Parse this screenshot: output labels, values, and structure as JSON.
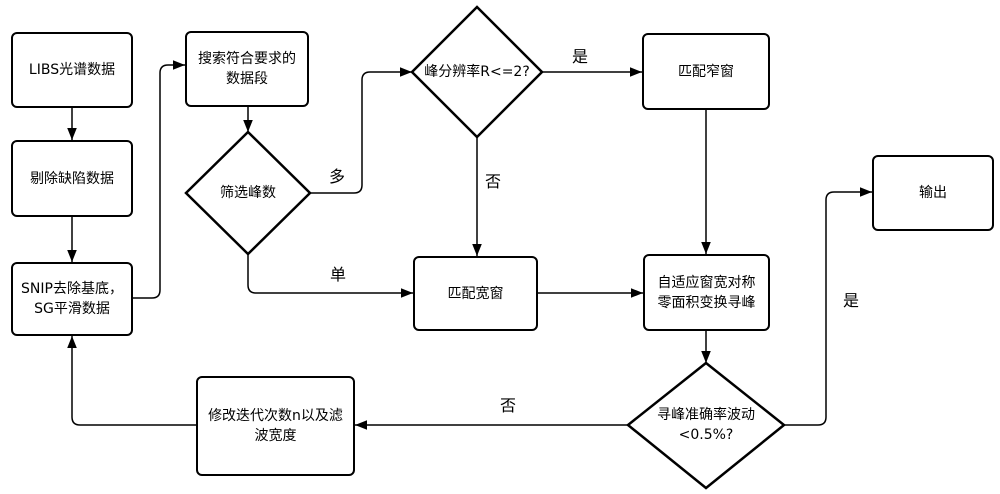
{
  "nodes": {
    "libs": "LIBS光谱数据",
    "remove": "剔除缺陷数据",
    "snip": "SNIP去除基底，SG平滑数据",
    "search": "搜索符合要求的数据段",
    "filter": "筛选峰数",
    "resolution": "峰分辨率R<=2?",
    "narrow": "匹配窄窗",
    "wide": "匹配宽窗",
    "adaptive": "自适应窗宽对称零面积变换寻峰",
    "output": "输出",
    "accuracy": "寻峰准确率波动<0.5%?",
    "modify": "修改迭代次数n以及滤波宽度"
  },
  "edge_labels": {
    "many": "多",
    "single": "单",
    "yes_top": "是",
    "no_mid": "否",
    "yes_right": "是",
    "no_bottom": "否"
  }
}
